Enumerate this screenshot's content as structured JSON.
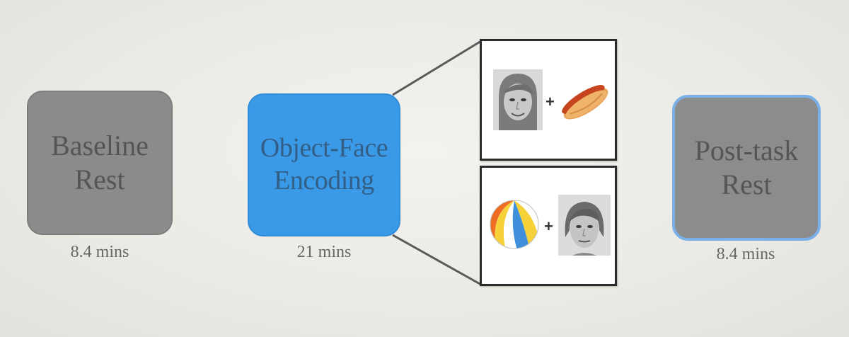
{
  "stages": {
    "baseline": {
      "line1": "Baseline",
      "line2": "Rest",
      "duration": "8.4 mins",
      "color": "#8b8b8b"
    },
    "encoding": {
      "line1": "Object-Face",
      "line2": "Encoding",
      "duration": "21 mins",
      "color": "#3a9ae8"
    },
    "posttask": {
      "line1": "Post-task",
      "line2": "Rest",
      "duration": "8.4 mins",
      "color": "#8c8c8c",
      "border_color": "#79b0e8"
    }
  },
  "trials": [
    {
      "left": "female-face-photo",
      "separator": "+",
      "right": "hot-dog-image"
    },
    {
      "left": "beach-ball-image",
      "separator": "+",
      "right": "male-face-photo"
    }
  ]
}
